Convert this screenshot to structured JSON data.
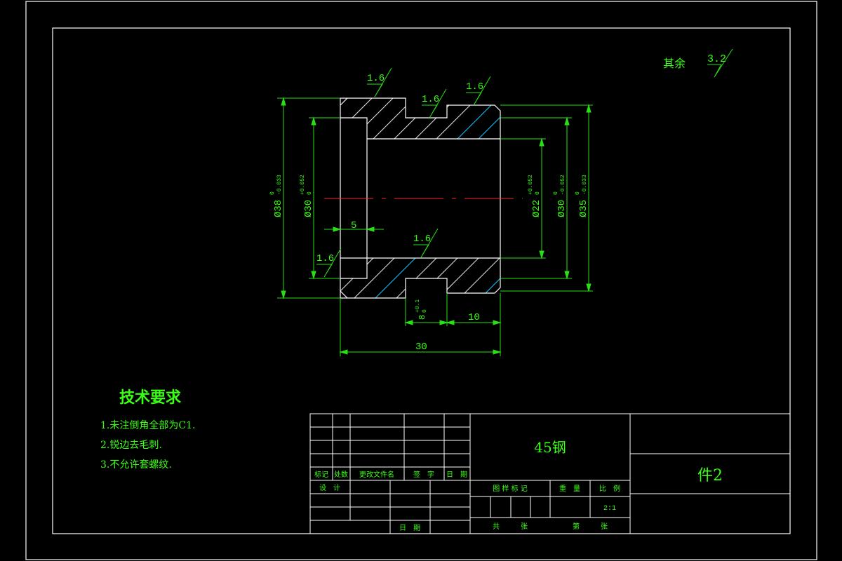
{
  "general_roughness": {
    "label": "其余",
    "value": "3.2"
  },
  "roughness_marks": [
    "1.6",
    "1.6",
    "1.6",
    "1.6",
    "1.6"
  ],
  "dimensions": {
    "d38": {
      "base": "Ø38",
      "upper": "0",
      "lower": "-0.033"
    },
    "d30_bore": {
      "base": "Ø30",
      "upper": "+0.052",
      "lower": "0"
    },
    "d22": {
      "base": "Ø22",
      "upper": "+0.052",
      "lower": "0"
    },
    "d30_shaft": {
      "base": "Ø30",
      "upper": "0",
      "lower": "-0.052"
    },
    "d35": {
      "base": "Ø35",
      "upper": "0",
      "lower": "-0.033"
    },
    "len5": "5",
    "groove8": {
      "base": "8",
      "upper": "+0.1",
      "lower": "0"
    },
    "len10": "10",
    "len30": "30"
  },
  "tech_requirements": {
    "title": "技术要求",
    "items": [
      "1.未注倒角全部为C1.",
      "2.锐边去毛刺.",
      "3.不允许套螺纹."
    ]
  },
  "title_block": {
    "material": "45钢",
    "part_name": "件2",
    "headers": [
      "标记",
      "处数",
      "更改文件名",
      "签　字",
      "日　期"
    ],
    "design": "设　计",
    "date": "日　期",
    "stage_mark": "图 样 标 记",
    "weight": "重　量",
    "scale_label": "比　例",
    "scale_value": "2:1",
    "total_sheets": "共　　　张",
    "sheet_no": "第　　　张"
  }
}
